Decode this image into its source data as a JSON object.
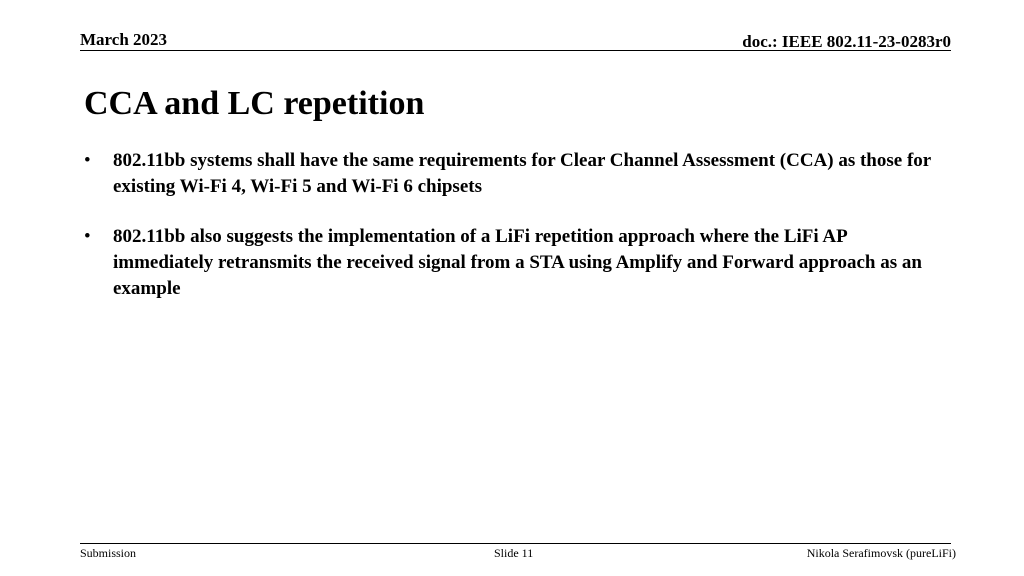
{
  "header": {
    "date": "March 2023",
    "doc_id": "doc.: IEEE 802.11-23-0283r0"
  },
  "slide": {
    "title": "CCA and LC repetition",
    "bullets": [
      {
        "marker": "•",
        "text": "802.11bb systems shall have the same requirements for Clear Channel Assessment (CCA) as those for existing Wi-Fi 4, Wi-Fi 5 and Wi-Fi 6 chipsets"
      },
      {
        "marker": "•",
        "text": "802.11bb also suggests the implementation of a LiFi repetition approach where the LiFi AP immediately retransmits the received signal from a STA using Amplify and Forward approach as an example"
      }
    ]
  },
  "footer": {
    "left": "Submission",
    "center": "Slide 11",
    "right": "Nikola Serafimovsk (pureLiFi)"
  }
}
